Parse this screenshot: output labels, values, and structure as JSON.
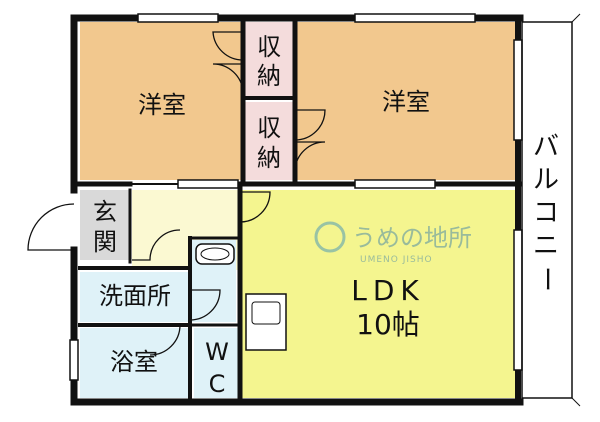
{
  "rooms": {
    "western_room_1": "洋室",
    "western_room_2": "洋室",
    "storage_1_line1": "収",
    "storage_1_line2": "納",
    "storage_2_line1": "収",
    "storage_2_line2": "納",
    "entrance_line1": "玄",
    "entrance_line2": "関",
    "washroom": "洗面所",
    "bathroom": "浴室",
    "wc_line1": "W",
    "wc_line2": "C",
    "ldk_name": "LDK",
    "ldk_size": "10帖",
    "balcony_chars": [
      "バ",
      "ル",
      "コ",
      "ニ",
      "ー"
    ]
  },
  "watermark": {
    "name": "うめの地所",
    "romaji": "UMENO JISHO"
  },
  "colors": {
    "western": "#f2c88e",
    "storage": "#f4dcdc",
    "entrance": "#d9d9d9",
    "hall": "#fbf9d2",
    "water": "#dff2f8",
    "ldk": "#f4f58f",
    "wall": "#111111"
  }
}
